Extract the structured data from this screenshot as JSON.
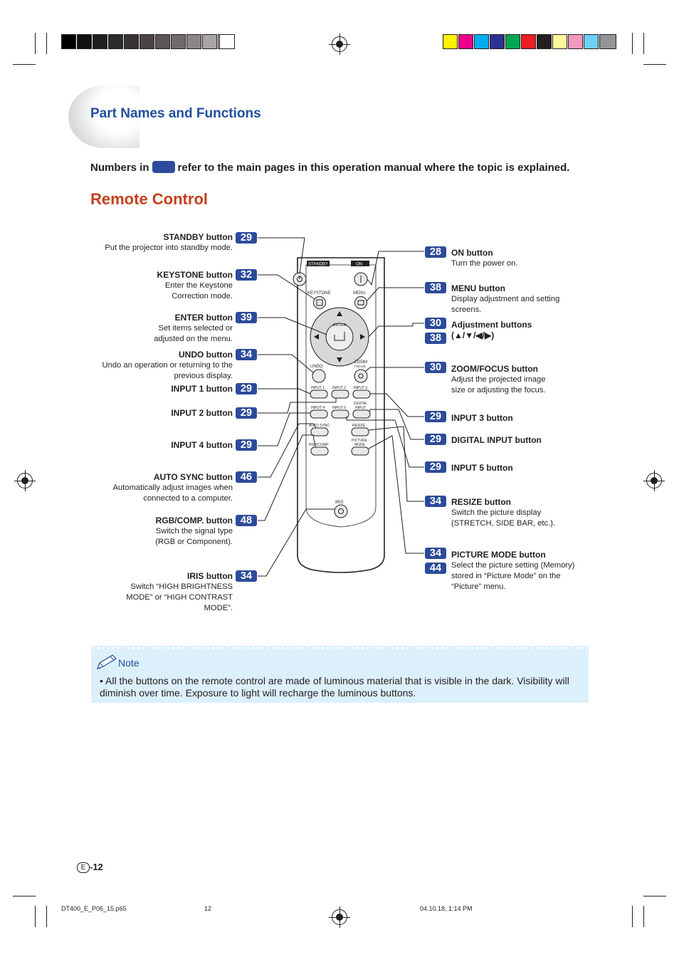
{
  "header": {
    "section_title": "Part Names and Functions",
    "intro_before": "Numbers in",
    "intro_after": "refer to the main pages in this operation manual where the topic is explained.",
    "page_title": "Remote Control"
  },
  "colors": {
    "badge": "#2c4b9a",
    "section_title": "#1f4e9c",
    "page_title": "#c4401b",
    "note_bg": "#dcf0fb"
  },
  "left_labels": [
    {
      "name": "STANDBY button",
      "desc": "Put the projector into standby mode.",
      "pages": [
        "29"
      ]
    },
    {
      "name": "KEYSTONE button",
      "desc": "Enter the Keystone Correction mode.",
      "pages": [
        "32"
      ]
    },
    {
      "name": "ENTER button",
      "desc": "Set items selected or adjusted on the menu.",
      "pages": [
        "39"
      ]
    },
    {
      "name": "UNDO button",
      "desc": "Undo an operation or returning to the previous display.",
      "pages": [
        "34"
      ]
    },
    {
      "name": "INPUT 1 button",
      "desc": "",
      "pages": [
        "29"
      ]
    },
    {
      "name": "INPUT 2 button",
      "desc": "",
      "pages": [
        "29"
      ]
    },
    {
      "name": "INPUT 4 button",
      "desc": "",
      "pages": [
        "29"
      ]
    },
    {
      "name": "AUTO SYNC button",
      "desc": "Automatically adjust images when connected to a computer.",
      "pages": [
        "46"
      ]
    },
    {
      "name": "RGB/COMP. button",
      "desc": "Switch the signal type (RGB or Component).",
      "pages": [
        "48"
      ]
    },
    {
      "name": "IRIS button",
      "desc": "Switch “HIGH BRIGHTNESS MODE” or “HIGH CONTRAST MODE”.",
      "pages": [
        "34"
      ]
    }
  ],
  "right_labels": [
    {
      "name": "ON button",
      "desc": "Turn the power on.",
      "pages": [
        "28"
      ]
    },
    {
      "name": "MENU button",
      "desc": "Display adjustment and setting screens.",
      "pages": [
        "38"
      ]
    },
    {
      "name": "Adjustment buttons",
      "desc": "(▲/▼/◀/▶)",
      "pages": [
        "30",
        "38"
      ]
    },
    {
      "name": "ZOOM/FOCUS button",
      "desc": "Adjust the projected image size or adjusting the focus.",
      "pages": [
        "30"
      ]
    },
    {
      "name": "INPUT 3 button",
      "desc": "",
      "pages": [
        "29"
      ]
    },
    {
      "name": "DIGITAL INPUT button",
      "desc": "",
      "pages": [
        "29"
      ]
    },
    {
      "name": "INPUT 5 button",
      "desc": "",
      "pages": [
        "29"
      ]
    },
    {
      "name": "RESIZE button",
      "desc": "Switch the picture display (STRETCH, SIDE BAR, etc.).",
      "pages": [
        "34"
      ]
    },
    {
      "name": "PICTURE MODE button",
      "desc": "Select the picture setting (Memory) stored in “Picture Mode” on the “Picture” menu.",
      "pages": [
        "34",
        "44"
      ]
    }
  ],
  "remote": {
    "standby": "STANDBY",
    "on": "ON",
    "keystone": "KEYSTONE",
    "menu": "MENU",
    "enter": "ENTER",
    "undo": "UNDO",
    "zoom": "ZOOM",
    "focus": "FOCUS",
    "input1": "INPUT 1",
    "input2": "INPUT 2",
    "input3": "INPUT 3",
    "input4": "INPUT 4",
    "input5": "INPUT 5",
    "digital1": "DIGITAL",
    "digital2": "INPUT",
    "autosync": "AUTO SYNC",
    "resize": "RESIZE",
    "rgbcomp": "RGB/COMP.",
    "picture1": "PICTURE",
    "picture2": "MODE",
    "iris": "IRIS"
  },
  "note": {
    "title": "Note",
    "text": "• All the buttons on the remote control are made of luminous material that is visible in the dark. Visibility will diminish over time. Exposure to light will recharge the luminous buttons."
  },
  "footer": {
    "page_letter": "E",
    "page_number": "-12",
    "file": "DT400_E_P06_15.p65",
    "sheet": "12",
    "date": "04.10.18, 1:14 PM"
  }
}
